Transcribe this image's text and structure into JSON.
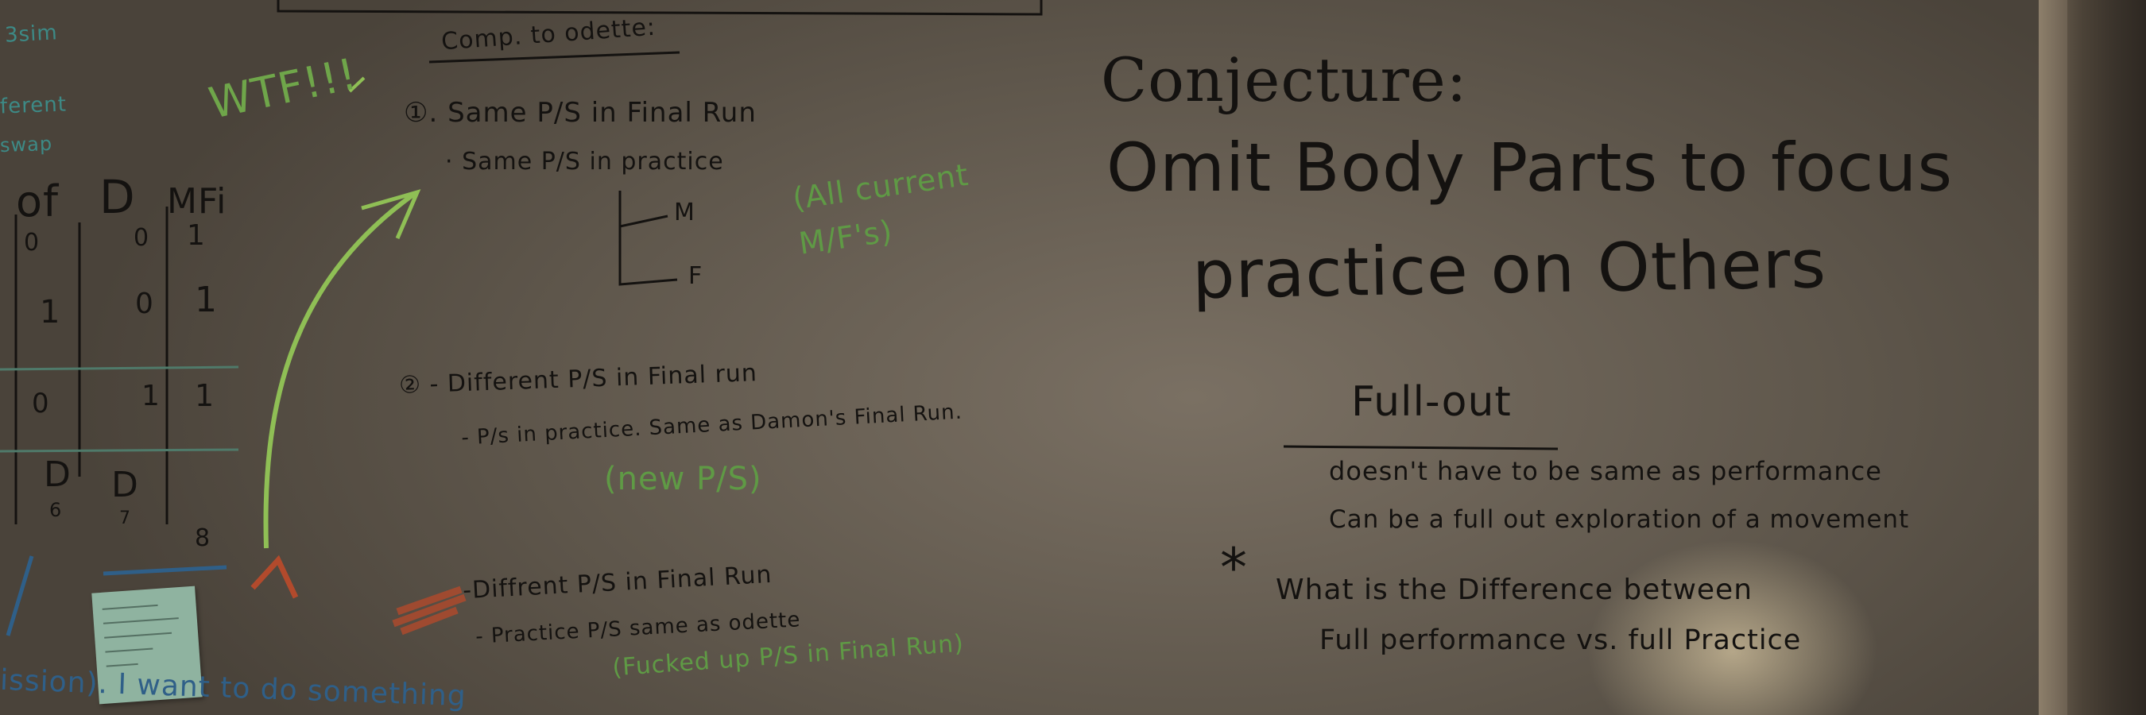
{
  "board": {
    "left_fragments": [
      "3sim",
      "ferent",
      "swap",
      "WTF!!!",
      "of",
      "D",
      "MFi",
      "D",
      "D"
    ],
    "left_table_cells": [
      "0",
      "0",
      "1",
      "1",
      "0",
      "1",
      "0",
      "1",
      "1",
      "6",
      "7",
      "8"
    ],
    "middle": {
      "heading": "Comp. to odette:",
      "item1": {
        "line1": "①. Same P/S in Final Run",
        "line2": "· Same P/S in practice",
        "note": "(All current M/F's)",
        "branch_m": "M",
        "branch_f": "F"
      },
      "item2": {
        "line1": "② - Different P/S in Final run",
        "line2": "- P/s in practice. Same as Damon's Final Run.",
        "note": "(new P/S)"
      },
      "item3": {
        "line1": "-Diffrent P/S in Final Run",
        "line2": "- Practice P/S same as odette",
        "note": "(Fucked up P/S in Final Run)"
      },
      "bottom_left": "ission). I want to do something"
    },
    "right": {
      "title": "Conjecture:",
      "line1": "Omit Body Parts to focus",
      "line2": "practice on Others",
      "subheading": "Full-out",
      "note1": "doesn't have to be same as performance",
      "note2": "Can be a full out exploration of a movement",
      "star": "*",
      "question1": "What is the Difference between",
      "question2": "Full performance vs. full Practice"
    }
  },
  "colors": {
    "ink_black": "#141210",
    "ink_green": "#5f9a45",
    "ink_blue": "#2f5f88",
    "ink_red": "#a0442c",
    "board": "#6e665a"
  }
}
